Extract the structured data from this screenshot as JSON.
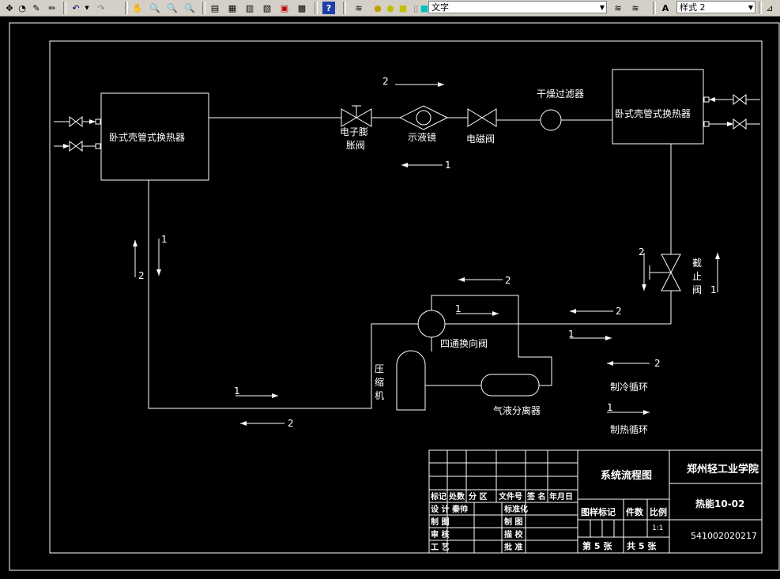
{
  "toolbar": {
    "layer_combo_value": "文字",
    "style_combo_value": "样式 2",
    "icons": [
      "pan-icon",
      "zoom-realtime-icon",
      "zoom-window-icon",
      "zoom-previous-icon",
      "properties-icon",
      "design-center-icon",
      "tool-palettes-icon",
      "sheet-set-icon",
      "markup-icon",
      "calculator-icon",
      "help-icon",
      "layer-manager-icon",
      "lightbulb-icon",
      "sun-icon",
      "lock-icon",
      "color-icon",
      "text-style-icon",
      "dim-style-icon"
    ]
  },
  "colors": {
    "canvas_bg": "#000000",
    "line": "#ffffff",
    "toolbar_bg": "#d4d0c8"
  },
  "drawing": {
    "left_hx": "卧式壳管式换热器",
    "right_hx": "卧式壳管式换热器",
    "exp_valve_l1": "电子膨",
    "exp_valve_l2": "胀阀",
    "sight_glass": "示液镜",
    "solenoid": "电磁阀",
    "dryer": "干燥过滤器",
    "stop_valve": [
      "截",
      "止",
      "阀"
    ],
    "four_way": "四通换向阀",
    "compressor": [
      "压",
      "缩",
      "机"
    ],
    "separator": "气液分离器",
    "legend_cool_num": "2",
    "legend_cool": "制冷循环",
    "legend_heat_num": "1",
    "legend_heat": "制热循环",
    "flow_labels": {
      "top_2": "2",
      "top_1": "1",
      "left_1": "1",
      "left_2": "2",
      "right_2": "2",
      "right_1": "1",
      "mid_2": "2",
      "fw_1": "1",
      "rpipe_2": "2",
      "rpipe_1": "1",
      "bot_1": "1",
      "bot_2": "2"
    }
  },
  "title_block": {
    "title": "系统流程图",
    "school": "郑州轻工业学院",
    "drawing_no": "热能10-02",
    "code": "541002020217",
    "row_headers": [
      "标记",
      "处数",
      "分 区",
      "文件号",
      "签 名",
      "年月日"
    ],
    "design": "设 计",
    "designer": "秦帅",
    "standard": "标准化",
    "draw": "制 图",
    "check": "审 核",
    "craft": "工 艺",
    "draw2": "制 图",
    "proof": "描 校",
    "approve": "批 准",
    "mark_label": "图样标记",
    "qty_label": "件数",
    "scale_label": "比例",
    "scale_value": "1:1",
    "sheet": "第 5 张",
    "total": "共 5 张"
  }
}
